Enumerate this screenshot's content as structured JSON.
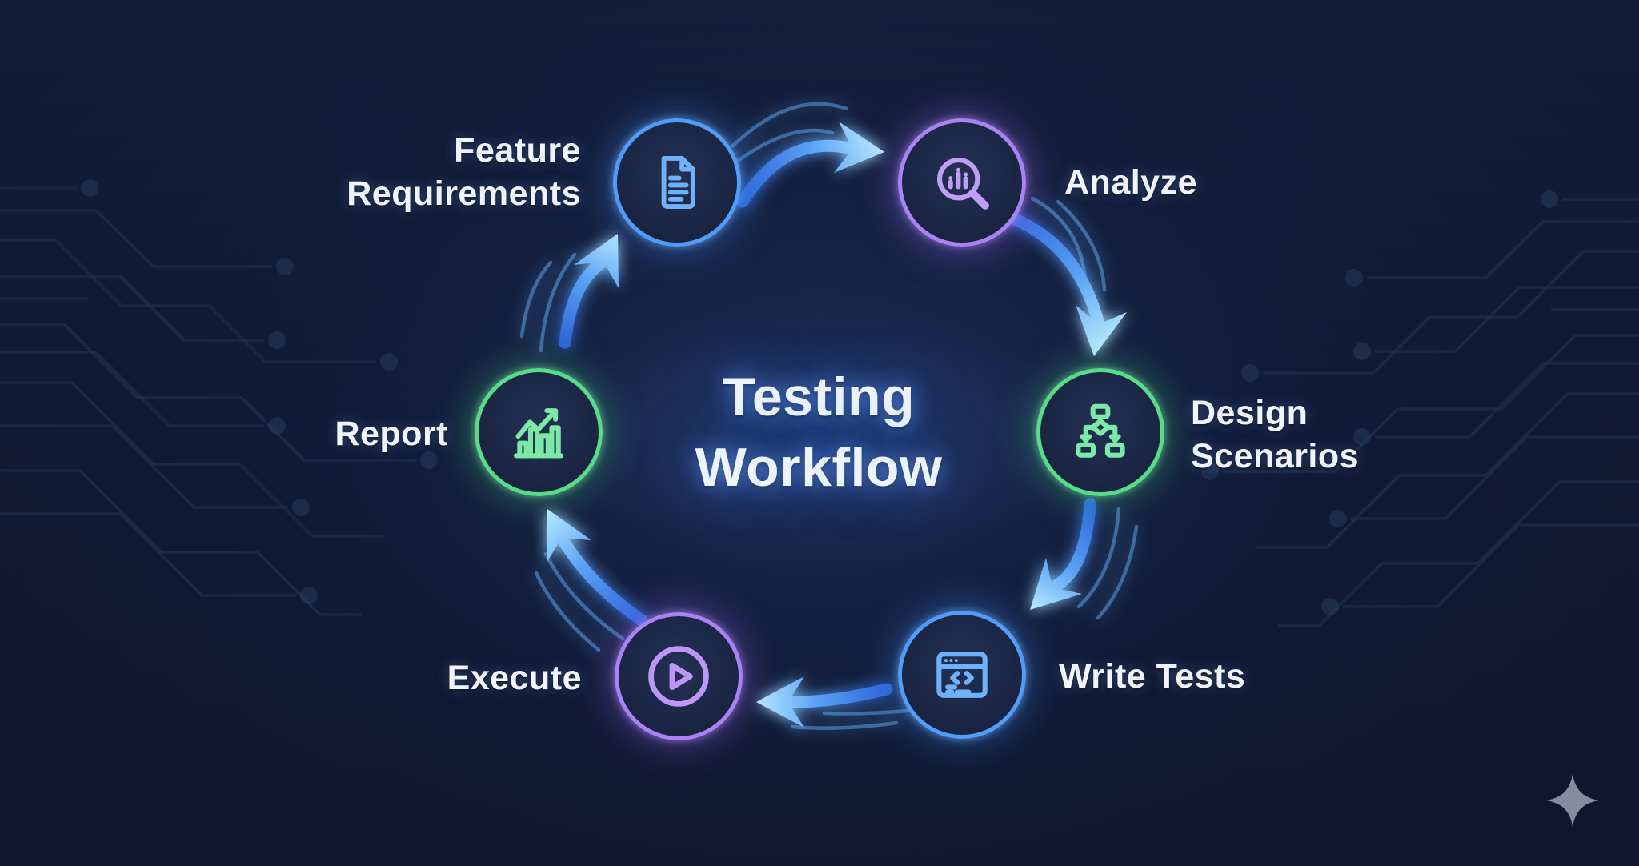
{
  "title": "Testing\nWorkflow",
  "nodes": [
    {
      "id": "feature-requirements",
      "label": "Feature\nRequirements",
      "icon": "document-icon",
      "ring_color": "#4f9df8"
    },
    {
      "id": "analyze",
      "label": "Analyze",
      "icon": "magnifier-chart-icon",
      "ring_color": "#ab82f5"
    },
    {
      "id": "design-scenarios",
      "label": "Design\nScenarios",
      "icon": "flowchart-icon",
      "ring_color": "#58dc88"
    },
    {
      "id": "write-tests",
      "label": "Write Tests",
      "icon": "code-window-icon",
      "ring_color": "#4f9df8"
    },
    {
      "id": "execute",
      "label": "Execute",
      "icon": "play-circle-icon",
      "ring_color": "#ab82f5"
    },
    {
      "id": "report",
      "label": "Report",
      "icon": "trend-bar-chart-icon",
      "ring_color": "#58dc88"
    }
  ],
  "flow": {
    "direction": "clockwise",
    "arrow_count": 6,
    "arrow_color": "#5aa2f5"
  },
  "background": {
    "base_color": "#111a32",
    "circuit_trace_color": "#22344f"
  },
  "watermark": {
    "icon": "sparkle-icon",
    "color": "#99a1b3"
  }
}
